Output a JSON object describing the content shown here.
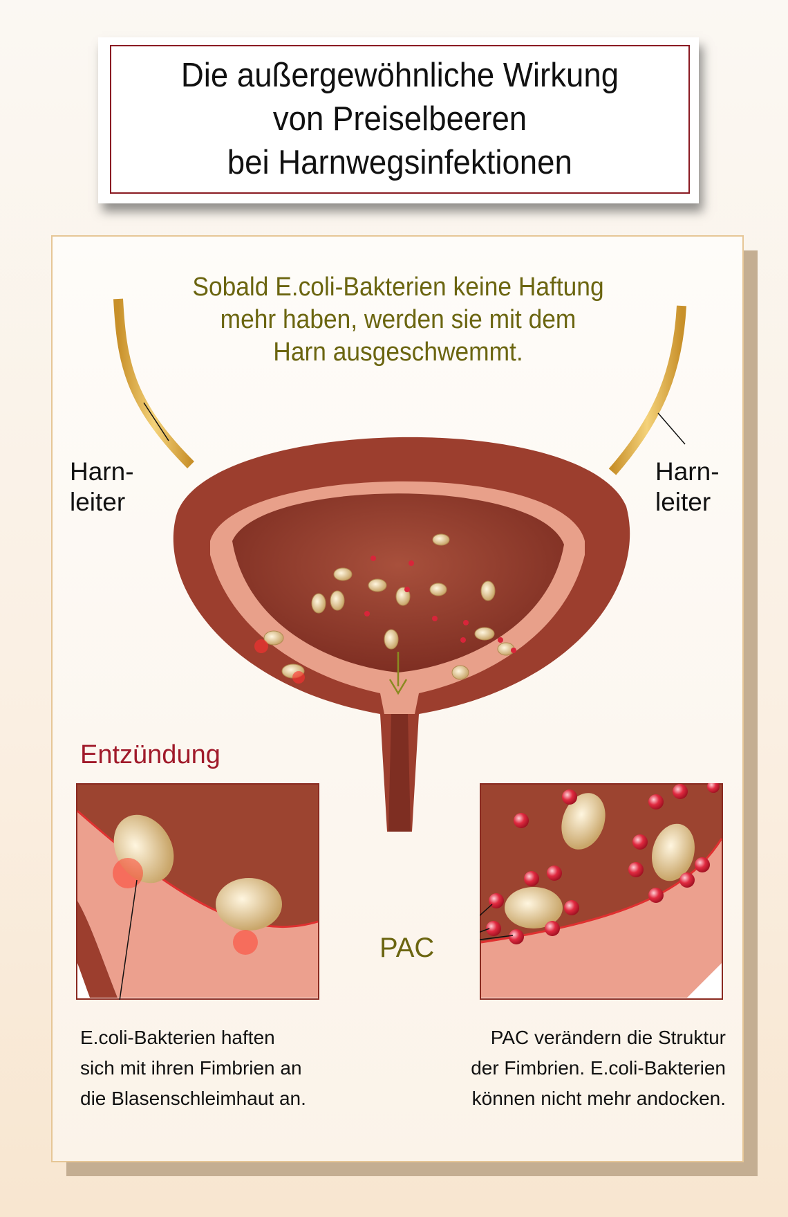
{
  "title": {
    "lines": [
      "Die außergewöhnliche Wirkung",
      "von Preiselbeeren",
      "bei Harnwegsinfektionen"
    ]
  },
  "subtitle": {
    "lines": [
      "Sobald E.coli-Bakterien keine Haftung",
      "mehr haben, werden sie mit dem",
      "Harn ausgeschwemmt."
    ]
  },
  "labels": {
    "ureter_left": [
      "Harn-",
      "leiter"
    ],
    "ureter_right": [
      "Harn-",
      "leiter"
    ],
    "inflammation": "Entzündung",
    "pac": "PAC"
  },
  "captions": {
    "left": [
      "E.coli-Bakterien haften",
      "sich mit ihren Fimbrien an",
      "die Blasenschleimhaut an."
    ],
    "right": [
      "PAC verändern die Struktur",
      "der Fimbrien. E.coli-Bakterien",
      "können nicht mehr andocken."
    ]
  },
  "colors": {
    "title_border": "#8a1a22",
    "subtitle": "#6b6510",
    "inflammation": "#a01a2a",
    "bladder": "#9c3e2e",
    "pac_dot": "#d8253a"
  }
}
